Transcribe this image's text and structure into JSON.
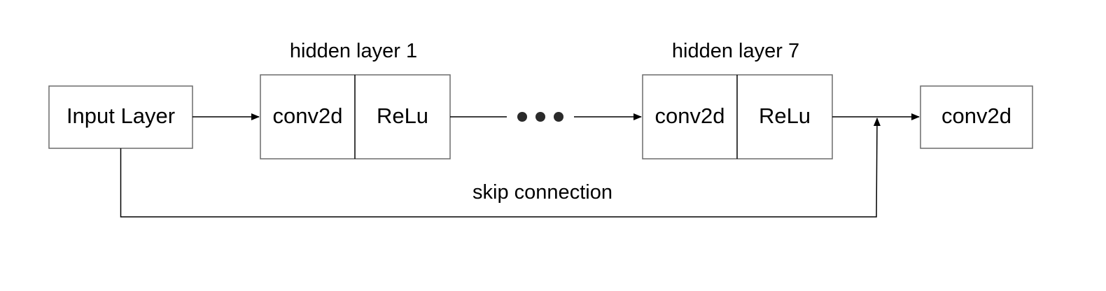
{
  "nodes": {
    "input_layer": "Input Layer",
    "hidden_1": {
      "title": "hidden layer 1",
      "conv": "conv2d",
      "act": "ReLu"
    },
    "hidden_7": {
      "title": "hidden layer 7",
      "conv": "conv2d",
      "act": "ReLu"
    },
    "output": "conv2d"
  },
  "edges": {
    "skip_label": "skip connection"
  },
  "colors": {
    "box_stroke": "#6b6b6b",
    "line": "#000000",
    "text": "#000000"
  }
}
